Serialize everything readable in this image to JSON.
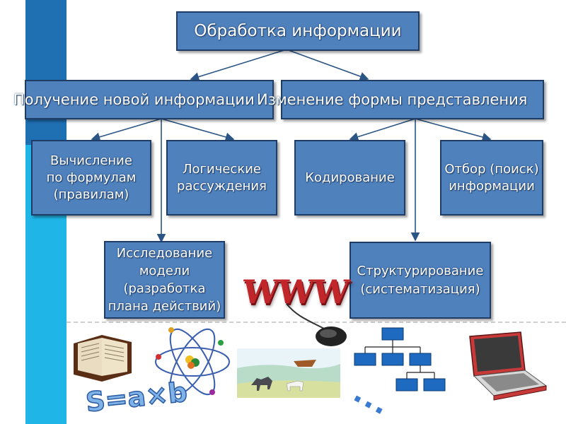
{
  "diagram": {
    "root": "Обработка информации",
    "branch_left": "Получение новой информации",
    "branch_right": "Изменение формы представления",
    "leaf_calc": "Вычисление\nпо формулам\n(правилам)",
    "leaf_logic": "Логические\nрассуждения",
    "leaf_coding": "Кодирование",
    "leaf_search": "Отбор (поиск)\nинформации",
    "leaf_model": "Исследование\nмодели\n(разработка\nплана действий)",
    "leaf_struct": "Структурирование\n(систематизация)"
  },
  "illustrations": {
    "www_text": "WWW",
    "formula_text": "S=a×b",
    "dots_text": "..."
  },
  "colors": {
    "box_fill": "#4f81bd",
    "box_border": "#1f3c66",
    "band_dark": "#1f6fb3",
    "band_light": "#1fb5e6",
    "www_red": "#c0262a"
  }
}
